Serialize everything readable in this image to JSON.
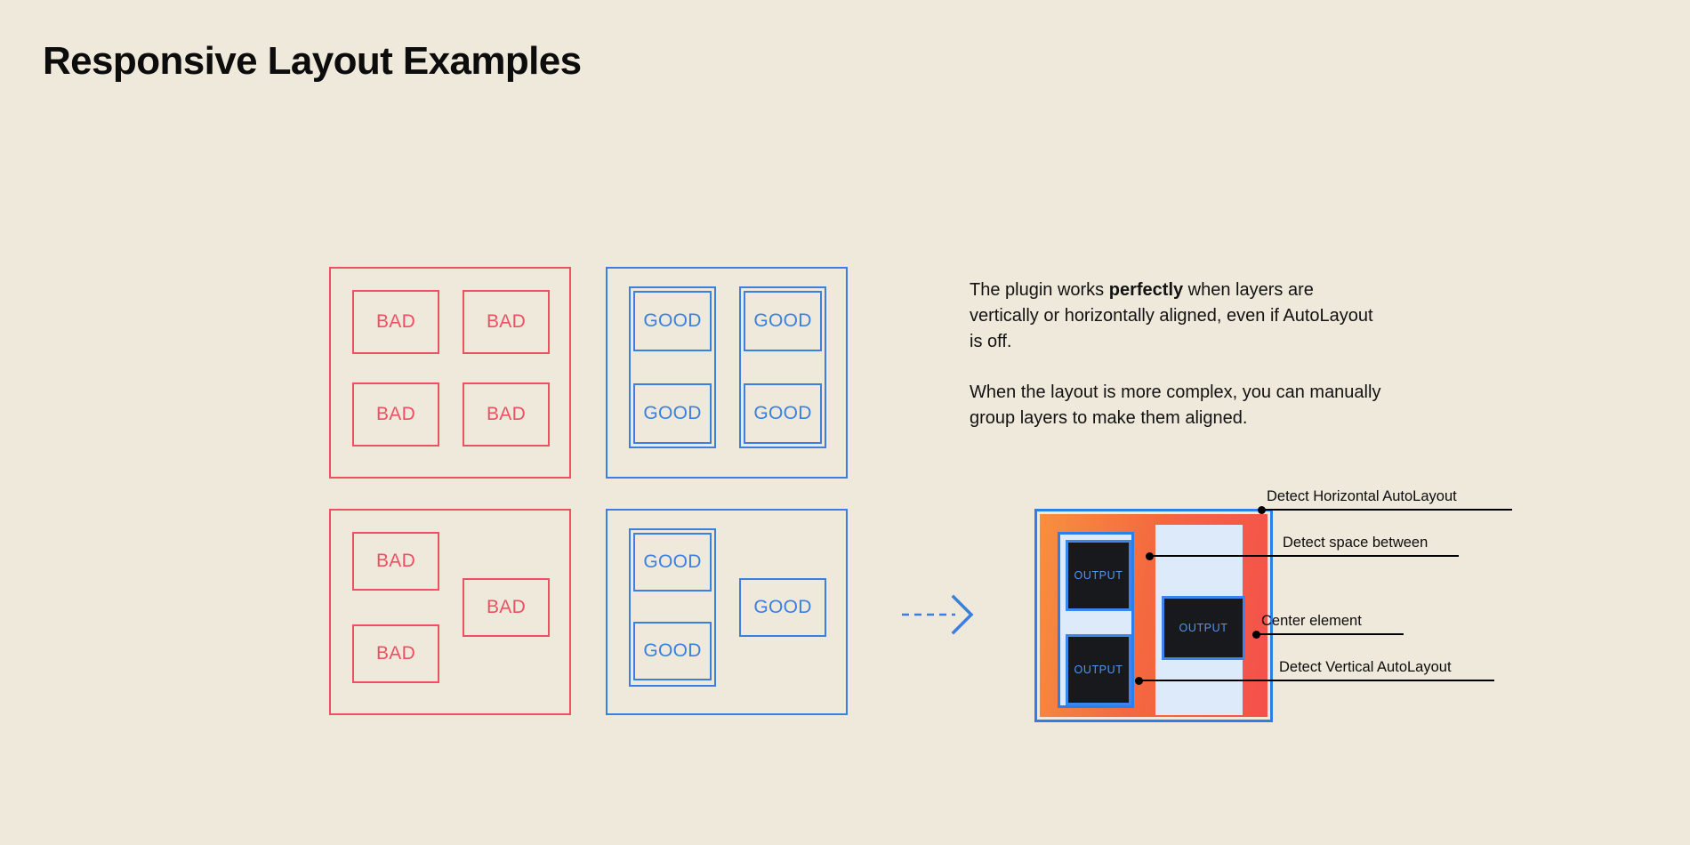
{
  "page": {
    "title": "Responsive Layout Examples",
    "background_color": "#EFE9DB",
    "bad_color": "#EE4F63",
    "good_color": "#3B7FE0",
    "accent_orange": "#F7903F",
    "accent_red": "#F4504C",
    "output_bg": "#17191D",
    "output_text_color": "#4F97EE",
    "panel_light_blue": "#DCEAFA",
    "text_color": "#0C0C0C"
  },
  "examples": {
    "bad_grid": {
      "kind": "bad",
      "cells": [
        {
          "label": "BAD"
        },
        {
          "label": "BAD"
        },
        {
          "label": "BAD"
        },
        {
          "label": "BAD"
        }
      ]
    },
    "good_grid": {
      "kind": "good",
      "groups": [
        {
          "cells": [
            {
              "label": "GOOD"
            },
            {
              "label": "GOOD"
            }
          ]
        },
        {
          "cells": [
            {
              "label": "GOOD"
            },
            {
              "label": "GOOD"
            }
          ]
        }
      ]
    },
    "bad_complex": {
      "kind": "bad",
      "cells": [
        {
          "label": "BAD"
        },
        {
          "label": "BAD"
        },
        {
          "label": "BAD"
        }
      ]
    },
    "good_complex": {
      "kind": "good",
      "group": {
        "cells": [
          {
            "label": "GOOD"
          },
          {
            "label": "GOOD"
          }
        ]
      },
      "single": {
        "label": "GOOD"
      }
    }
  },
  "arrow": {
    "icon": "arrow-right-dashed-icon",
    "direction": "right",
    "style": "dashed",
    "color": "#3B7FE0"
  },
  "copy": {
    "paragraph_1_before": "The plugin works ",
    "paragraph_1_bold": "perfectly",
    "paragraph_1_after": " when layers are vertically or horizontally aligned, even if AutoLayout is off.",
    "paragraph_2": "When the layout is more complex, you can manually group layers to make them aligned."
  },
  "diagram": {
    "outputs": [
      {
        "label": "OUTPUT"
      },
      {
        "label": "OUTPUT"
      },
      {
        "label": "OUTPUT"
      }
    ],
    "annotations": [
      {
        "label": "Detect Horizontal AutoLayout"
      },
      {
        "label": "Detect space between"
      },
      {
        "label": "Center element"
      },
      {
        "label": "Detect Vertical AutoLayout"
      }
    ]
  }
}
